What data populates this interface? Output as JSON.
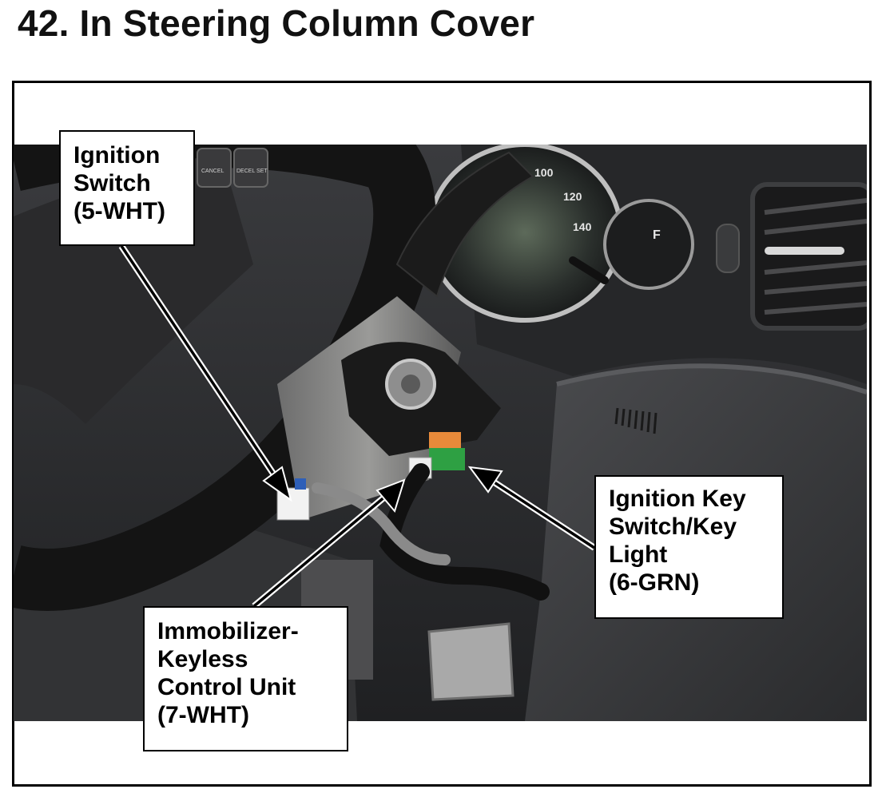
{
  "page": {
    "title": "42.  In Steering Column Cover"
  },
  "callouts": {
    "ignition_switch": {
      "lines": [
        "Ignition",
        "Switch",
        "(5-WHT)"
      ]
    },
    "immobilizer": {
      "lines": [
        "Immobilizer-",
        "Keyless",
        "Control Unit",
        "(7-WHT)"
      ]
    },
    "ignition_key": {
      "lines": [
        "Ignition Key",
        "Switch/Key",
        "Light",
        "(6-GRN)"
      ]
    }
  },
  "photo": {
    "gauge_labels": [
      "100",
      "120",
      "140",
      "F"
    ],
    "button_labels": [
      "CANCEL",
      "DECEL SET"
    ]
  },
  "colors": {
    "connector_green": "#2ea043",
    "connector_orange": "#e88a3a",
    "connector_white": "#eeeeee",
    "dash_dark": "#2b2b2d"
  }
}
